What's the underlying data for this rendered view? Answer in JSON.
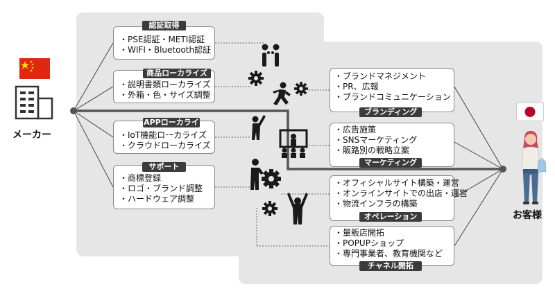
{
  "left": {
    "maker_label": "メーカー",
    "flag": "china-flag-icon",
    "building": "building-icon",
    "colors": {
      "flag_red": "#de2910",
      "flag_star": "#ffde00"
    }
  },
  "right": {
    "customer_label": "お客様",
    "flag": "japan-flag-icon",
    "person": "woman-shopper-icon",
    "colors": {
      "flag_red": "#bc002d"
    }
  },
  "left_groups": [
    {
      "title": "認証取得",
      "items": [
        "PSE認証・METI認証",
        "WIFI・Bluetooth認証"
      ]
    },
    {
      "title": "商品ローカライズ",
      "items": [
        "説明書類ローカライズ",
        "外箱・色・サイズ調整"
      ]
    },
    {
      "title": "APPローカライズ",
      "items": [
        "IoT機能ローカライズ",
        "クラウドローカライズ"
      ]
    },
    {
      "title": "サポート",
      "items": [
        "商標登録",
        "ロゴ・ブランド調整",
        "ハードウェア調整"
      ]
    }
  ],
  "right_groups": [
    {
      "title": "ブランディング",
      "items": [
        "ブランドマネジメント",
        "PR、広報",
        "ブランドコミュニケーション"
      ]
    },
    {
      "title": "マーケティング",
      "items": [
        "広告施策",
        "SNSマーケティング",
        "販路別の戦略立案"
      ]
    },
    {
      "title": "オペレーション",
      "items": [
        "オフィシャルサイト構築・運営",
        "オンラインサイトでの出店・運営",
        "物流インフラの構築"
      ]
    },
    {
      "title": "チャネル開拓",
      "items": [
        "量販店開拓",
        "POPUPショップ",
        "専門事業者、教育機関など"
      ]
    }
  ],
  "center_icons": [
    "meeting-people-icon",
    "gear-icon",
    "running-person-icon",
    "gear-icon",
    "raising-hand-person-icon",
    "presentation-icon",
    "person-with-gear-icon",
    "gear-icon",
    "cheering-person-icon"
  ],
  "colors": {
    "panel": "#e6e6e6",
    "tag": "#3b3b3b",
    "line": "#444444",
    "main_path": "#555555"
  }
}
